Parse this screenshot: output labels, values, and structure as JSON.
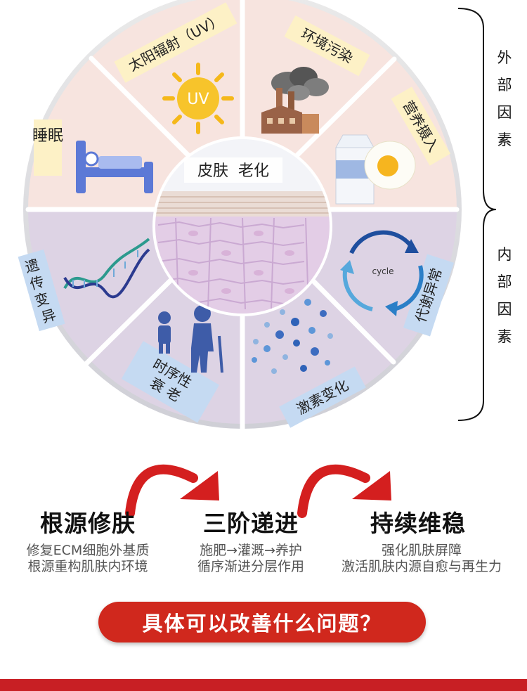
{
  "center": {
    "label": "皮肤  老化"
  },
  "external": {
    "brace_label": [
      "外",
      "部",
      "因",
      "素"
    ],
    "factors": {
      "sleep": "睡眠",
      "uv": "太阳辐射（UV）",
      "uv_badge": "UV",
      "pollution": "环境污染",
      "nutrition": "营养摄入"
    }
  },
  "internal": {
    "brace_label": [
      "内",
      "部",
      "因",
      "素"
    ],
    "factors": {
      "genetic": [
        "遗",
        "传",
        "变",
        "异"
      ],
      "chronological": [
        "时序性",
        "衰  老"
      ],
      "hormone": "激素变化",
      "metabolism": "代谢异常",
      "cycle_text": "cycle"
    }
  },
  "steps": [
    {
      "title": "根源修肤",
      "desc": [
        "修复ECM细胞外基质",
        "根源重构肌肤内环境"
      ]
    },
    {
      "title": "三阶递进",
      "desc": [
        "施肥→灌溉→养护",
        "循序渐进分层作用"
      ]
    },
    {
      "title": "持续维稳",
      "desc": [
        "强化肌肤屏障",
        "激活肌肤内源自愈与再生力"
      ]
    }
  ],
  "cta": {
    "question": "具体可以改善什么问题？"
  },
  "colors": {
    "external_bg": "#f7e4df",
    "internal_bg": "#ddd3e4",
    "label_bg": "#fdf1c6",
    "label_blue": "#c5daf2",
    "arrow_red": "#d41f1f",
    "cta_red": "#d0281d"
  }
}
